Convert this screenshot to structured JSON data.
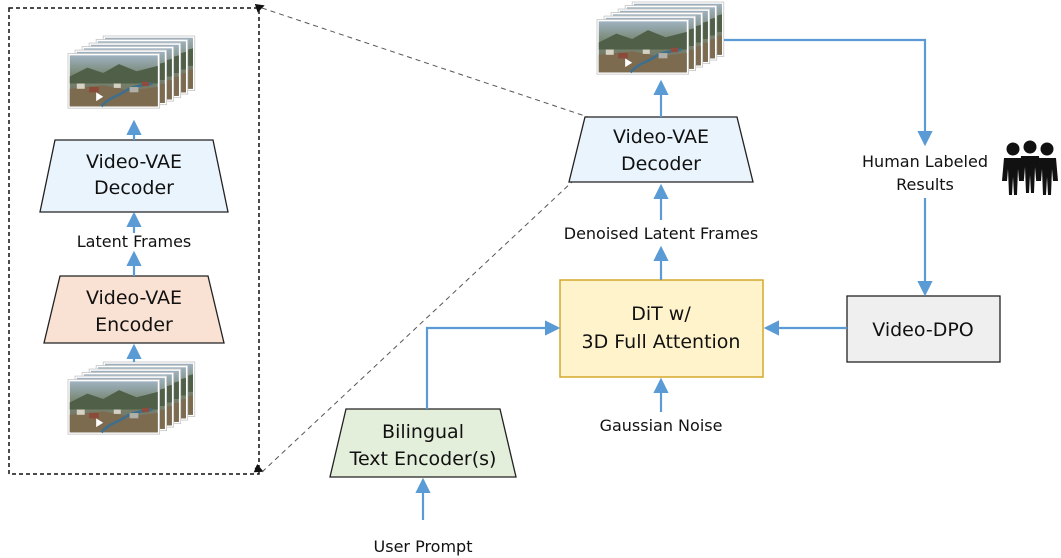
{
  "colors": {
    "arrow": "#5b9bd5",
    "decoder_fill": "#eaf4fc",
    "encoder_fill": "#f9e1d3",
    "text_encoder_fill": "#e3efda",
    "dit_fill": "#fff3cc",
    "dit_stroke": "#d4a82a",
    "dpo_fill": "#efefef",
    "node_stroke": "#222222"
  },
  "inset": {
    "decoder": {
      "line1": "Video-VAE",
      "line2": "Decoder"
    },
    "latent_label": "Latent Frames",
    "encoder": {
      "line1": "Video-VAE",
      "line2": "Encoder"
    }
  },
  "main": {
    "decoder": {
      "line1": "Video-VAE",
      "line2": "Decoder"
    },
    "denoised_label": "Denoised Latent Frames",
    "dit": {
      "line1": "DiT w/",
      "line2": "3D Full Attention"
    },
    "gaussian_label": "Gaussian Noise",
    "text_encoder": {
      "line1": "Bilingual",
      "line2": "Text Encoder(s)"
    },
    "user_prompt_label": "User Prompt",
    "human_labeled": {
      "line1": "Human Labeled",
      "line2": "Results"
    },
    "dpo": {
      "label": "Video-DPO"
    }
  },
  "icons": {
    "frames": "video-frames-stack-icon",
    "people": "people-group-icon",
    "play": "play-icon"
  }
}
